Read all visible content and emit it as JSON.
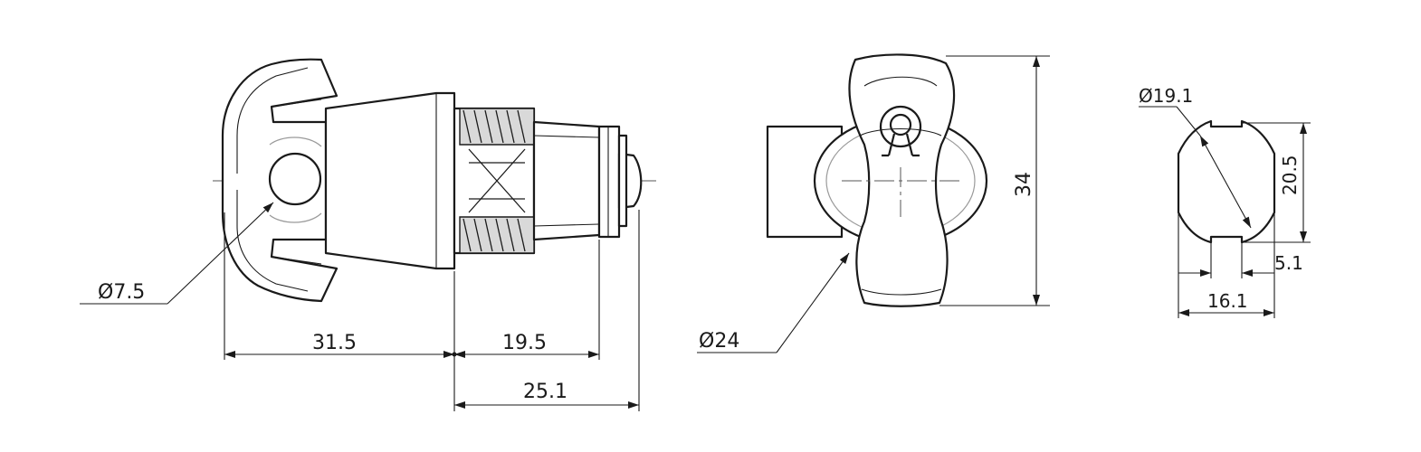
{
  "drawing": {
    "dimensions": {
      "side_hole_diameter": "Ø7.5",
      "side_length_left": "31.5",
      "side_length_right": "19.5",
      "side_length_thread": "25.1",
      "front_diameter": "Ø24",
      "front_height": "34",
      "cutout_diameter": "Ø19.1",
      "cutout_flat_height": "20.5",
      "cutout_offset": "5.1",
      "cutout_width": "16.1"
    }
  }
}
